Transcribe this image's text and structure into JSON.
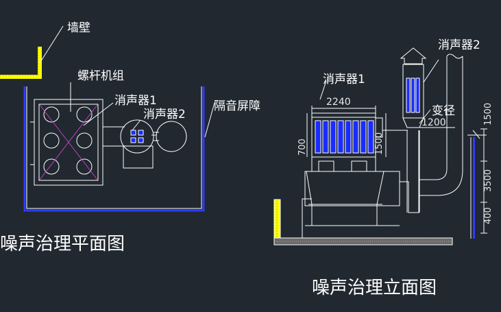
{
  "labels": {
    "wall": "墙壁",
    "screw_unit": "螺杆机组",
    "silencer1_plan": "消声器1",
    "silencer2_plan": "消声器2",
    "sound_barrier": "隔音屏障",
    "plan_title": "噪声治理平面图",
    "silencer1_elev": "消声器1",
    "silencer2_elev": "消声器2",
    "reducer": "变径",
    "elev_title": "噪声治理立面图"
  },
  "dimensions": {
    "width_2240": "2240",
    "height_700": "700",
    "height_1500": "1500",
    "diameter_1200": "1200",
    "right_1500": "1500",
    "right_3500": "3500",
    "right_400": "400"
  },
  "colors": {
    "background": "#212830",
    "lines": "#ffffff",
    "barrier": "#2b3cff",
    "wall": "#ffff00",
    "diagonal": "#c040c0",
    "silencer_fill": "#1a2cff"
  }
}
